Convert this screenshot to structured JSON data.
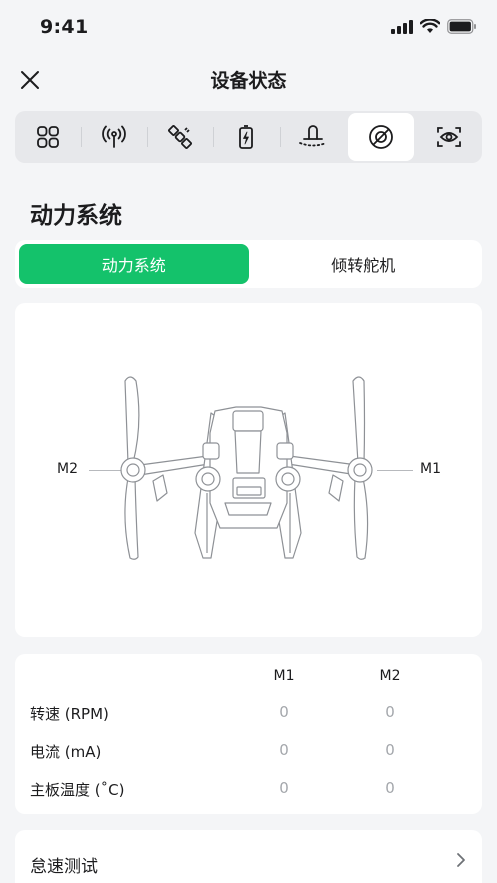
{
  "status_bar": {
    "time": "9:41"
  },
  "nav": {
    "title": "设备状态"
  },
  "icon_tabs": [
    {
      "icon": "grid-icon"
    },
    {
      "icon": "antenna-signal-icon"
    },
    {
      "icon": "satellite-icon"
    },
    {
      "icon": "battery-charging-icon"
    },
    {
      "icon": "propeller-guard-icon"
    },
    {
      "icon": "motor-disc-icon",
      "active": true
    },
    {
      "icon": "vision-sensor-icon"
    }
  ],
  "section": {
    "title": "动力系统"
  },
  "segment": {
    "options": [
      "动力系统",
      "倾转舵机"
    ],
    "selected": "动力系统"
  },
  "diagram": {
    "left_motor": "M2",
    "right_motor": "M1"
  },
  "motor_table": {
    "columns": [
      "M1",
      "M2"
    ],
    "rows": [
      {
        "label": "转速 (RPM)",
        "values": [
          "0",
          "0"
        ]
      },
      {
        "label": "电流 (mA)",
        "values": [
          "0",
          "0"
        ]
      },
      {
        "label": "主板温度 (˚C)",
        "values": [
          "0",
          "0"
        ]
      }
    ]
  },
  "speed_test": {
    "label": "怠速测试"
  },
  "colors": {
    "accent": "#14c26b",
    "background": "#f4f5f7",
    "muted": "#a4a7ac"
  }
}
